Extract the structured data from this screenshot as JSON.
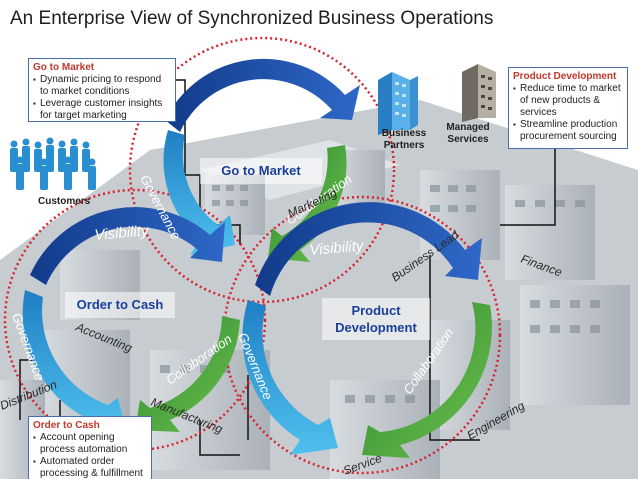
{
  "title": "An Enterprise View of Synchronized Business Operations",
  "go_to_market_box": {
    "heading": "Go to Market",
    "bullets": [
      "Dynamic pricing to respond to market conditions",
      "Leverage customer insights for target marketing"
    ]
  },
  "product_dev_box": {
    "heading": "Product Development",
    "bullets": [
      "Reduce time to market of new products & services",
      "Streamline production procurement sourcing"
    ]
  },
  "order_to_cash_box": {
    "heading": "Order to Cash",
    "bullets": [
      "Account opening process automation",
      "Automated order processing & fulfillment"
    ]
  },
  "icons": {
    "customers": "Customers",
    "business_partners": "Business Partners",
    "managed_services": "Managed Services"
  },
  "cycles": {
    "go_to_market": "Go to Market",
    "order_to_cash": "Order to Cash",
    "product_development": "Product Development"
  },
  "arc_labels": {
    "visibility": "Visibility",
    "governance": "Governance",
    "collaboration": "Collaboration"
  },
  "building_labels": {
    "marketing": "Marketing",
    "accounting": "Accounting",
    "manufacturing": "Manufacturing",
    "distribution": "Distribution",
    "service": "Service",
    "engineering": "Engineering",
    "finance": "Finance",
    "business_lead": "Business Lead"
  },
  "colors": {
    "arc_blue": "#1b4da3",
    "arc_cyan": "#2aa3d8",
    "arc_green": "#3a9a3a",
    "ring_red": "#d9232e",
    "box_blue": "#4a6cb3"
  }
}
